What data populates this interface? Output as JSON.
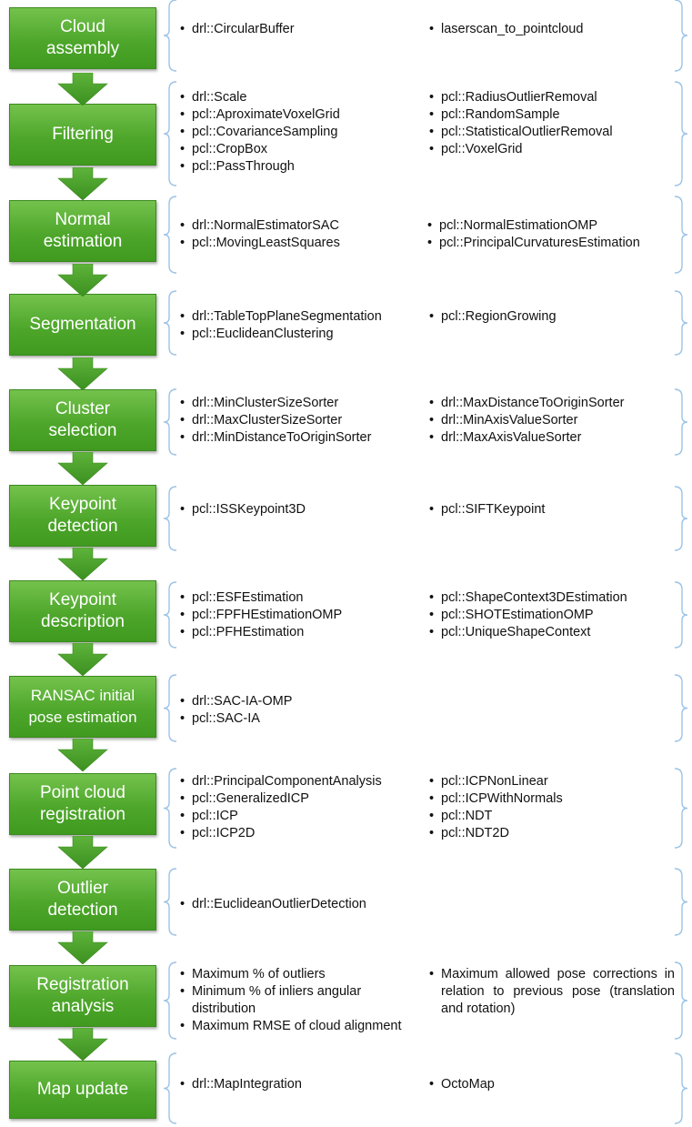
{
  "stages": [
    {
      "id": "cloud-assembly",
      "title": "Cloud\nassembly",
      "col1": [
        "drl::CircularBuffer"
      ],
      "col2": [
        "laserscan_to_pointcloud"
      ]
    },
    {
      "id": "filtering",
      "title": "Filtering",
      "col1": [
        "drl::Scale",
        "pcl::AproximateVoxelGrid",
        "pcl::CovarianceSampling",
        "pcl::CropBox",
        "pcl::PassThrough"
      ],
      "col2": [
        "pcl::RadiusOutlierRemoval",
        "pcl::RandomSample",
        "pcl::StatisticalOutlierRemoval",
        "pcl::VoxelGrid"
      ]
    },
    {
      "id": "normal-estimation",
      "title": "Normal\nestimation",
      "col1": [
        "drl::NormalEstimatorSAC",
        "pcl::MovingLeastSquares"
      ],
      "col2": [
        "pcl::NormalEstimationOMP",
        "pcl::PrincipalCurvaturesEstimation"
      ]
    },
    {
      "id": "segmentation",
      "title": "Segmentation",
      "col1": [
        "drl::TableTopPlaneSegmentation",
        "pcl::EuclideanClustering"
      ],
      "col2": [
        "pcl::RegionGrowing"
      ]
    },
    {
      "id": "cluster-selection",
      "title": "Cluster\nselection",
      "col1": [
        "drl::MinClusterSizeSorter",
        "drl::MaxClusterSizeSorter",
        "drl::MinDistanceToOriginSorter"
      ],
      "col2": [
        "drl::MaxDistanceToOriginSorter",
        "drl::MinAxisValueSorter",
        "drl::MaxAxisValueSorter"
      ]
    },
    {
      "id": "keypoint-detection",
      "title": "Keypoint\ndetection",
      "col1": [
        "pcl::ISSKeypoint3D"
      ],
      "col2": [
        "pcl::SIFTKeypoint"
      ]
    },
    {
      "id": "keypoint-description",
      "title": "Keypoint\ndescription",
      "col1": [
        "pcl::ESFEstimation",
        "pcl::FPFHEstimationOMP",
        "pcl::PFHEstimation"
      ],
      "col2": [
        "pcl::ShapeContext3DEstimation",
        "pcl::SHOTEstimationOMP",
        "pcl::UniqueShapeContext"
      ]
    },
    {
      "id": "ransac-initial-pose-estimation",
      "title": "RANSAC initial\npose estimation",
      "col1": [
        "drl::SAC-IA-OMP",
        "pcl::SAC-IA"
      ],
      "col2": []
    },
    {
      "id": "point-cloud-registration",
      "title": "Point cloud\nregistration",
      "col1": [
        "drl::PrincipalComponentAnalysis",
        "pcl::GeneralizedICP",
        "pcl::ICP",
        "pcl::ICP2D"
      ],
      "col2": [
        "pcl::ICPNonLinear",
        "pcl::ICPWithNormals",
        "pcl::NDT",
        "pcl::NDT2D"
      ]
    },
    {
      "id": "outlier-detection",
      "title": "Outlier\ndetection",
      "col1": [
        "drl::EuclideanOutlierDetection"
      ],
      "col2": []
    },
    {
      "id": "registration-analysis",
      "title": "Registration\nanalysis",
      "col1": [
        "Maximum % of outliers",
        "Minimum % of inliers angular distribution",
        "Maximum RMSE of cloud alignment"
      ],
      "col2": [
        "Maximum allowed pose corrections in relation to previous pose (translation and rotation)"
      ]
    },
    {
      "id": "map-update",
      "title": "Map update",
      "col1": [
        "drl::MapIntegration"
      ],
      "col2": [
        "OctoMap"
      ]
    }
  ],
  "colors": {
    "box_top": "#74c24d",
    "box_bottom": "#3f9a1f",
    "arrow": "#4aa52a",
    "brace": "#9cc3e6"
  }
}
